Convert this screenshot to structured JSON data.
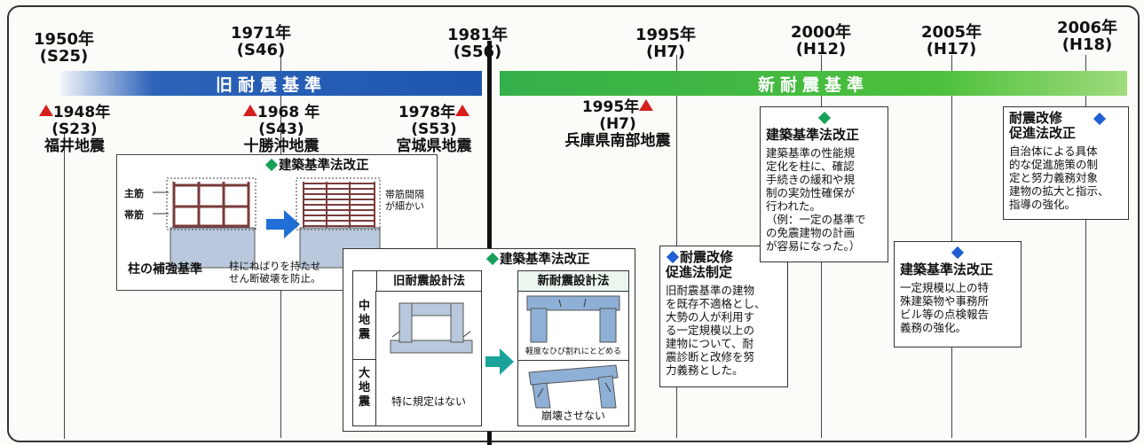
{
  "timeline_years": [
    {
      "year": "1950年",
      "era": "(S25)"
    },
    {
      "year": "1971年",
      "era": "(S46)"
    },
    {
      "year": "1981年",
      "era": "(S56)"
    },
    {
      "year": "1995年",
      "era": "(H7)"
    },
    {
      "year": "2000年",
      "era": "(H12)"
    },
    {
      "year": "2005年",
      "era": "(H17)"
    },
    {
      "year": "2006年",
      "era": "(H18)"
    }
  ],
  "bands": {
    "old": "旧耐震基準",
    "new": "新耐震基準"
  },
  "earthquakes": [
    {
      "year": "1948年",
      "era": "(S23)",
      "name": "福井地震"
    },
    {
      "year": "1968 年",
      "era": "(S43)",
      "name": "十勝沖地震"
    },
    {
      "year": "1978年",
      "era": "(S53)",
      "name": "宮城県地震"
    },
    {
      "year": "1995年",
      "era": "(H7)",
      "name": "兵庫県南部地震"
    }
  ],
  "column_box": {
    "title": "建築基準法改正",
    "label_main": "主筋",
    "label_hoop": "帯筋",
    "note": "帯筋間隔\nが細かい",
    "caption_bold": "柱の補強基準",
    "caption": "柱にねばりを持たせ\nせん断破壊を防止。"
  },
  "design_box": {
    "title": "建築基準法改正",
    "old_head": "旧耐震設計法",
    "new_head": "新耐震設計法",
    "row1": "中\n地\n震",
    "row2": "大\n地\n震",
    "old_large": "特に規定はない",
    "new_mid_note": "軽度なひび割れにとどめる",
    "new_large_note": "崩壊させない"
  },
  "box_1995": {
    "title": "耐震改修\n促進法制定",
    "text": "旧耐震基準の建物\nを既存不適格とし、\n大勢の人が利用す\nる一定規模以上の\n建物について、耐\n震診断と改修を努\n力義務とした。"
  },
  "box_2000": {
    "title": "建築基準法改正",
    "text": "建築基準の性能規\n定化を柱に、確認\n手続きの緩和や規\n制の実効性確保が\n行われた。\n（例：一定の基準で\nの免震建物の計画\nが容易になった。）"
  },
  "box_2005": {
    "title": "建築基準法改正",
    "text": "一定規模以上の特\n殊建築物や事務所\nビル等の点検報告\n義務の強化。"
  },
  "box_2006": {
    "title": "耐震改修\n促進法改正",
    "text": "自治体による具体\n的な促進施策の制\n定と努力義務対象\n建物の拡大と指示、\n指導の強化。"
  },
  "colors": {
    "old_band": "#1e56b0",
    "new_band": "#3cb43c",
    "quake_marker": "#d62020",
    "green_marker": "#16a05a",
    "blue_marker": "#1f5fd0",
    "arrow": "#1f6fd6",
    "arrow2": "#1aa39a"
  }
}
